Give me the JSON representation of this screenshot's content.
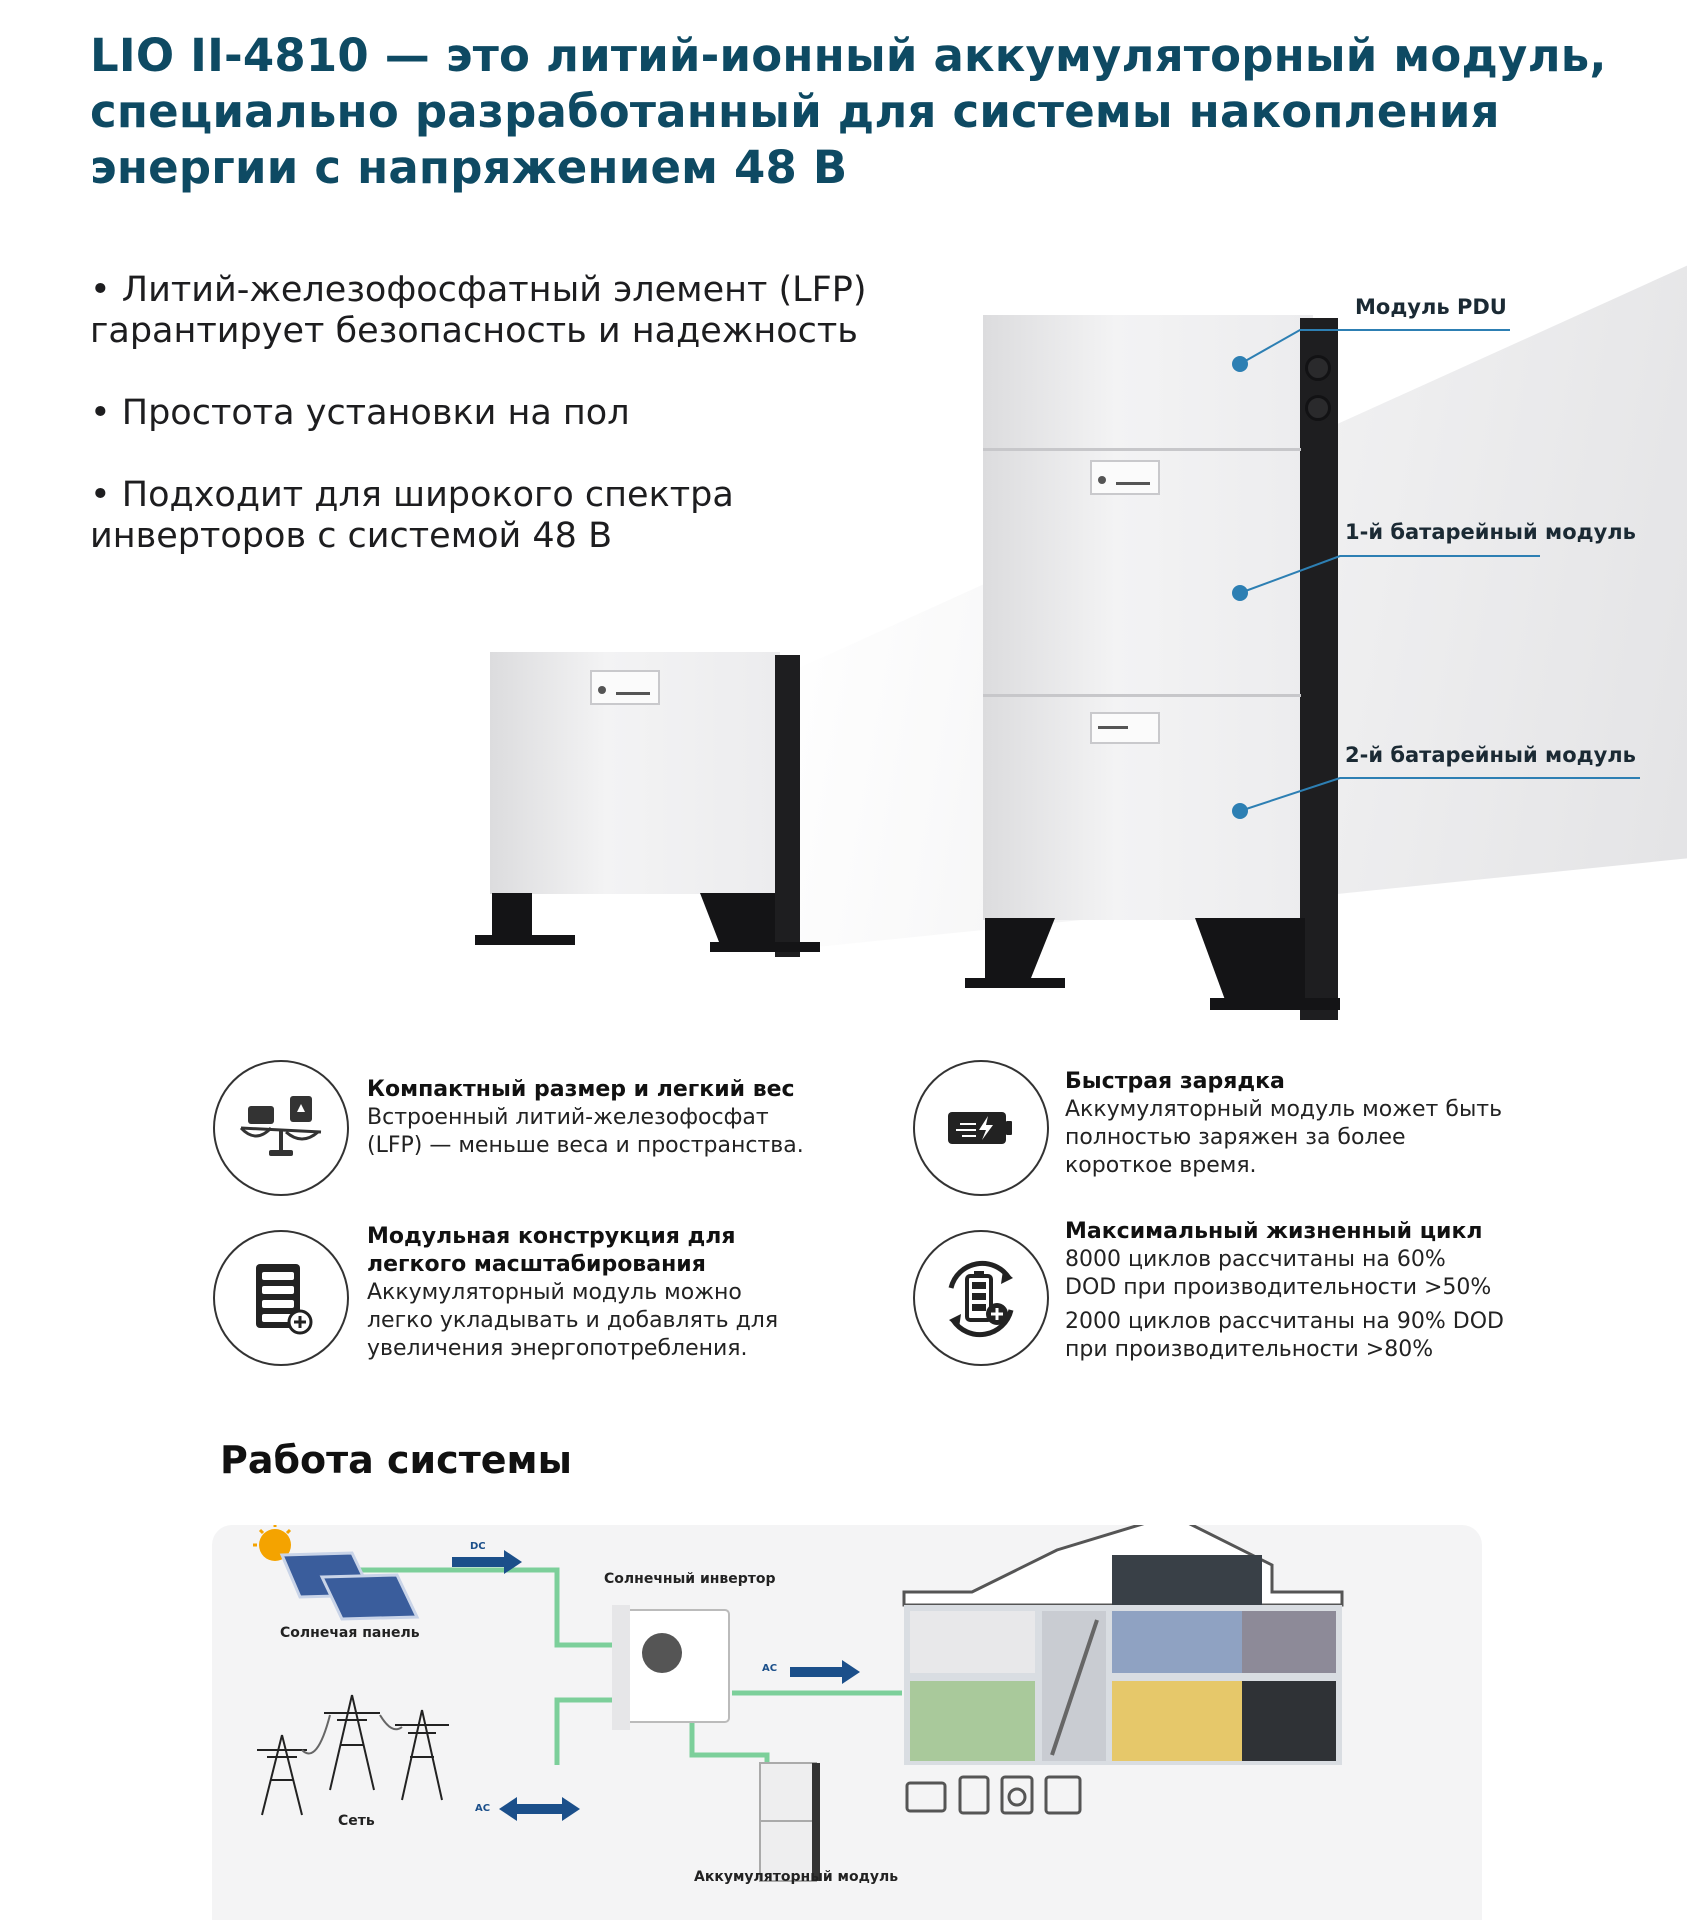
{
  "headline": {
    "line1": "LIO II-4810 — это литий-ионный аккумуляторный модуль,",
    "line2": "специально разработанный для системы накопления",
    "line3": "энергии с напряжением 48 В"
  },
  "bullets": [
    {
      "l1": "• Литий-железофосфатный элемент (LFP)",
      "l2": "гарантирует безопасность и надежность"
    },
    {
      "l1": "• Простота установки на пол",
      "l2": ""
    },
    {
      "l1": "• Подходит для широкого спектра",
      "l2": "инверторов с системой 48 В"
    }
  ],
  "callouts": {
    "pdu": "Модуль PDU",
    "battery1": "1-й батарейный модуль",
    "battery2": "2-й батарейный модуль"
  },
  "features": [
    {
      "icon": "scale-icon",
      "title1": "Компактный размер и легкий вес",
      "title2": "",
      "lines": [
        "Встроенный литий-железофосфат",
        "(LFP) — меньше веса и пространства."
      ]
    },
    {
      "icon": "fast-charge-battery-icon",
      "title1": "Быстрая зарядка",
      "title2": "",
      "lines": [
        "Аккумуляторный модуль может быть",
        "полностью заряжен за более",
        "короткое время."
      ]
    },
    {
      "icon": "modular-stack-icon",
      "title1": "Модульная конструкция для",
      "title2": "легкого масштабирования",
      "lines": [
        "Аккумуляторный модуль можно",
        "легко укладывать и добавлять для",
        "увеличения энергопотребления."
      ]
    },
    {
      "icon": "battery-cycle-icon",
      "title1": "Максимальный жизненный цикл",
      "title2": "",
      "lines": [
        "8000 циклов рассчитаны на 60%",
        "DOD при производительности >50%",
        "2000 циклов рассчитаны на 90% DOD",
        "при производительности >80%"
      ]
    }
  ],
  "system": {
    "title": "Работа системы",
    "solar_panel": "Солнечая панель",
    "inverter": "Солнечный инвертор",
    "grid": "Сеть",
    "battery": "Аккумуляторный модуль",
    "dc": "DC",
    "ac_out": "AC",
    "ac_grid": "AC"
  },
  "colors": {
    "headline": "#0e4a63",
    "callout_dot": "#2d7fb3",
    "flow_line": "#7ccf9a",
    "arrow": "#1b4f8a"
  }
}
